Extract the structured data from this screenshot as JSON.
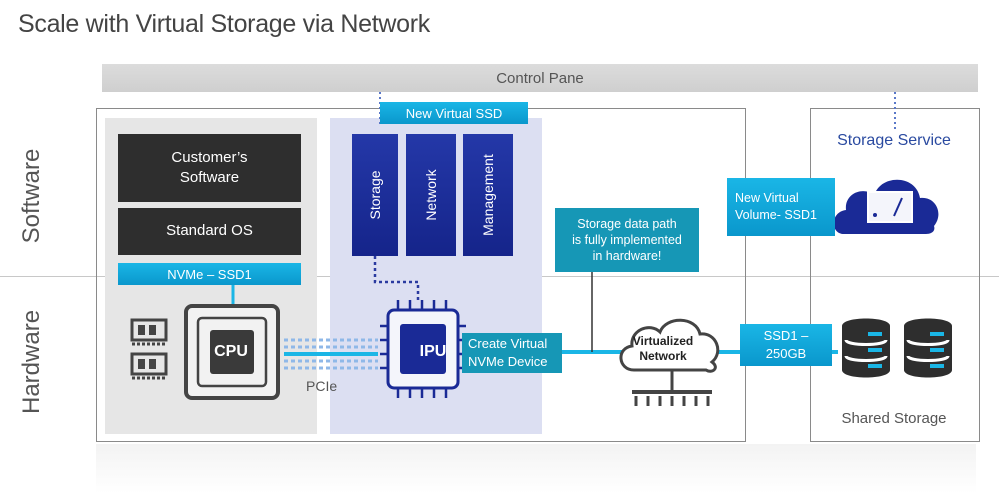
{
  "title": "Scale with Virtual Storage via Network",
  "control_pane": "Control Pane",
  "layers": {
    "software": "Software",
    "hardware": "Hardware"
  },
  "host": {
    "customer_software": "Customer’s\nSoftware",
    "standard_os": "Standard OS",
    "nvme_ssd1": "NVMe – SSD1",
    "cpu": "CPU",
    "pcie": "PCIe"
  },
  "ipu": {
    "new_virtual_ssd": "New Virtual SSD",
    "modules": [
      "Storage",
      "Network",
      "Management"
    ],
    "chip": "IPU",
    "create_nvme_line1": "Create Virtual",
    "create_nvme_line2": "NVMe Device"
  },
  "callout_datapath": "Storage data path\nis fully implemented\nin hardware!",
  "network": {
    "line1": "Virtualized",
    "line2": "Network"
  },
  "storage": {
    "service": "Storage Service",
    "new_volume_line1": "New Virtual",
    "new_volume_line2": "Volume- SSD1",
    "ssd1_line1": "SSD1 –",
    "ssd1_line2": "250GB",
    "shared": "Shared Storage"
  },
  "colors": {
    "accent_cyan": "#0a97cc",
    "callout_teal": "#1697b6",
    "module_blue": "#1a2a96",
    "dark_box": "#2e2e2e",
    "service_blue": "#2a4aa0"
  }
}
